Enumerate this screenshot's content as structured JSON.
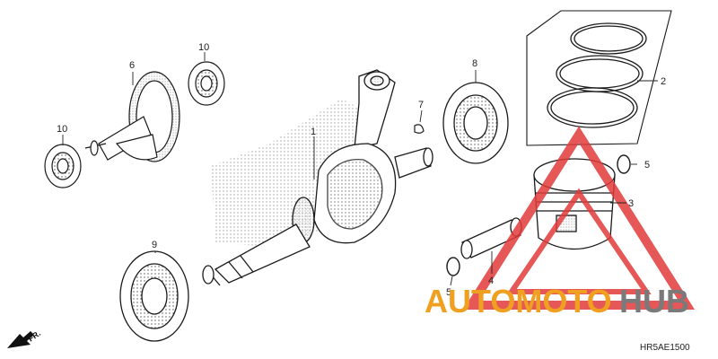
{
  "diagram": {
    "drawing_code": "HR5AE1500",
    "front_marker": "FR.",
    "callouts": [
      {
        "id": "c1",
        "label": "1"
      },
      {
        "id": "c2",
        "label": "2"
      },
      {
        "id": "c3",
        "label": "3"
      },
      {
        "id": "c4",
        "label": "4"
      },
      {
        "id": "c5a",
        "label": "5"
      },
      {
        "id": "c5b",
        "label": "5"
      },
      {
        "id": "c6",
        "label": "6"
      },
      {
        "id": "c7",
        "label": "7"
      },
      {
        "id": "c8",
        "label": "8"
      },
      {
        "id": "c9",
        "label": "9"
      },
      {
        "id": "c10a",
        "label": "10"
      },
      {
        "id": "c10b",
        "label": "10"
      }
    ]
  },
  "watermark": {
    "part1": "AUTOMOTO",
    "part2": "HUB",
    "color_primary": "#f0a020",
    "color_secondary": "#7a7a7a",
    "logo_color": "#e23a3a"
  },
  "colors": {
    "line": "#1a1a1a",
    "shade": "#cfcfcf"
  }
}
